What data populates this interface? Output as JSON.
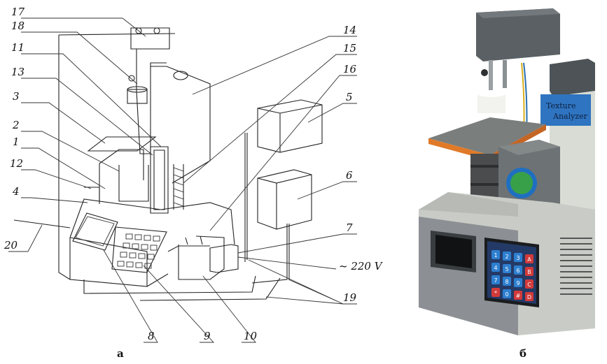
{
  "panels": {
    "left_caption": "а",
    "right_caption": "б"
  },
  "callouts": [
    "17",
    "18",
    "11",
    "13",
    "3",
    "2",
    "1",
    "12",
    "4",
    "20",
    "14",
    "15",
    "16",
    "5",
    "6",
    "7",
    "8",
    "9",
    "10",
    "19"
  ],
  "voltage_label": "~ 220 V",
  "device_label_line1": "Texture",
  "device_label_line2": "Analyzer",
  "keypad_keys": [
    "1",
    "2",
    "3",
    "A",
    "4",
    "5",
    "6",
    "B",
    "7",
    "8",
    "9",
    "C",
    "*",
    "0",
    "#",
    "D"
  ]
}
